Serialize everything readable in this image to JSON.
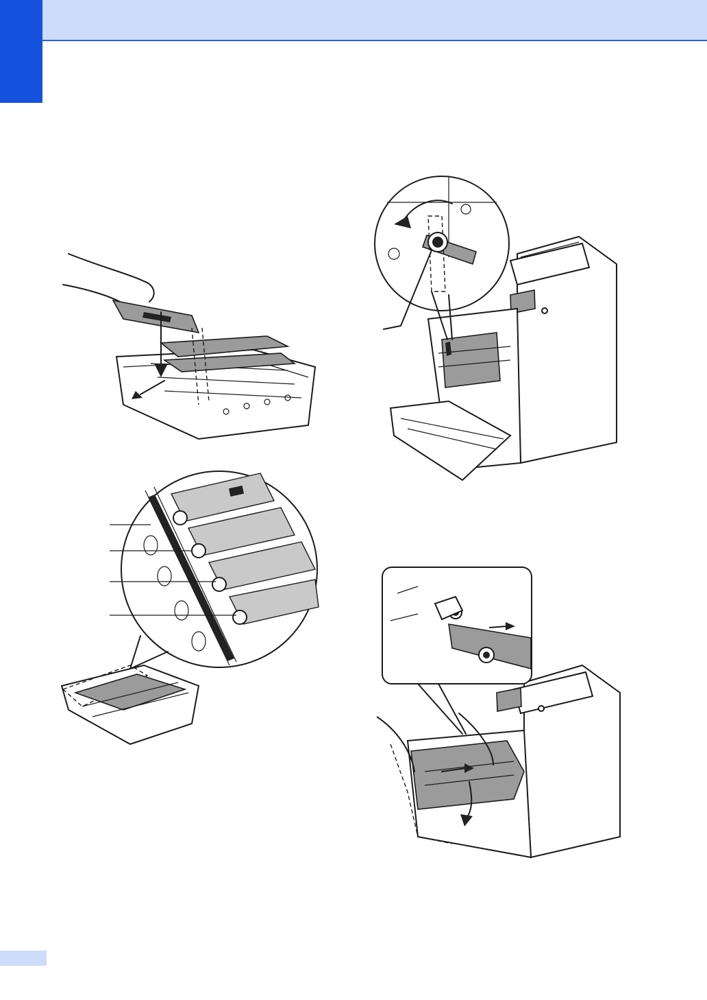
{
  "page": {
    "header": {
      "text": ""
    },
    "footer": {
      "page_number": ""
    }
  },
  "illustrations": [
    {
      "id": "drum-lift",
      "icon": "drum-unit-lift-illustration"
    },
    {
      "id": "lock-lever",
      "icon": "blue-lock-lever-illustration"
    },
    {
      "id": "corona-wires",
      "icon": "corona-wire-tabs-illustration"
    },
    {
      "id": "drum-insert",
      "icon": "drum-insert-illustration"
    }
  ],
  "colors": {
    "header_band": "#cddcfa",
    "header_rule": "#2c62d6",
    "side_tab": "#1553de",
    "footer_tab": "#cddcfa"
  }
}
